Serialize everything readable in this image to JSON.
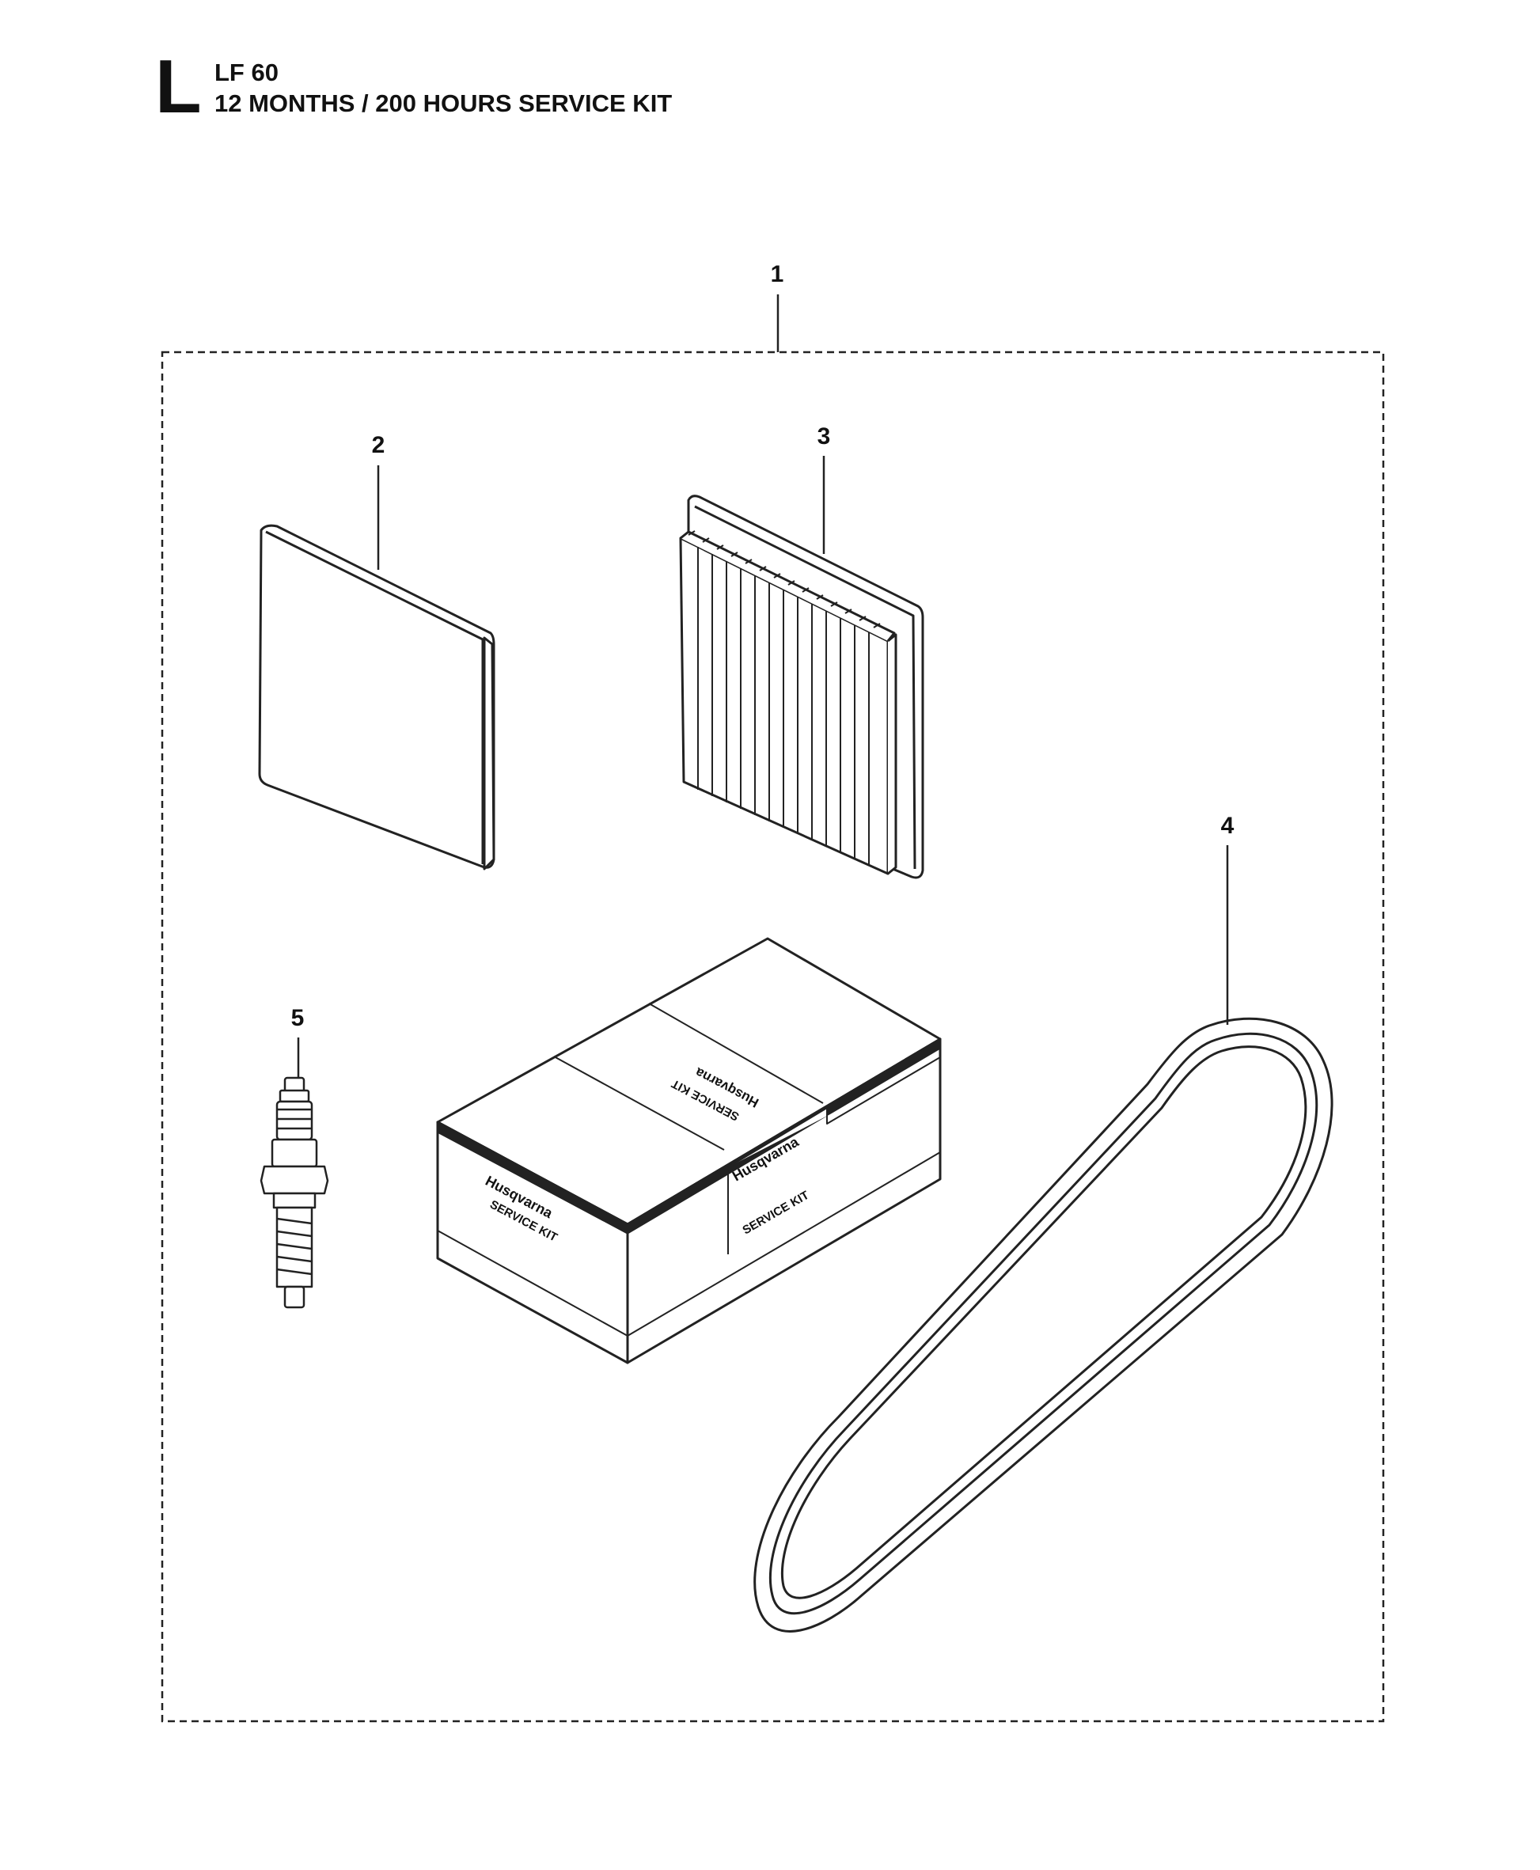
{
  "header": {
    "section_letter": "L",
    "model": "LF 60",
    "kit_title": "12 MONTHS / 200 HOURS SERVICE KIT"
  },
  "callouts": [
    "1",
    "2",
    "3",
    "4",
    "5"
  ],
  "box_labels": {
    "brand": "Husqvarna",
    "service_kit": "SERVICE KIT"
  }
}
